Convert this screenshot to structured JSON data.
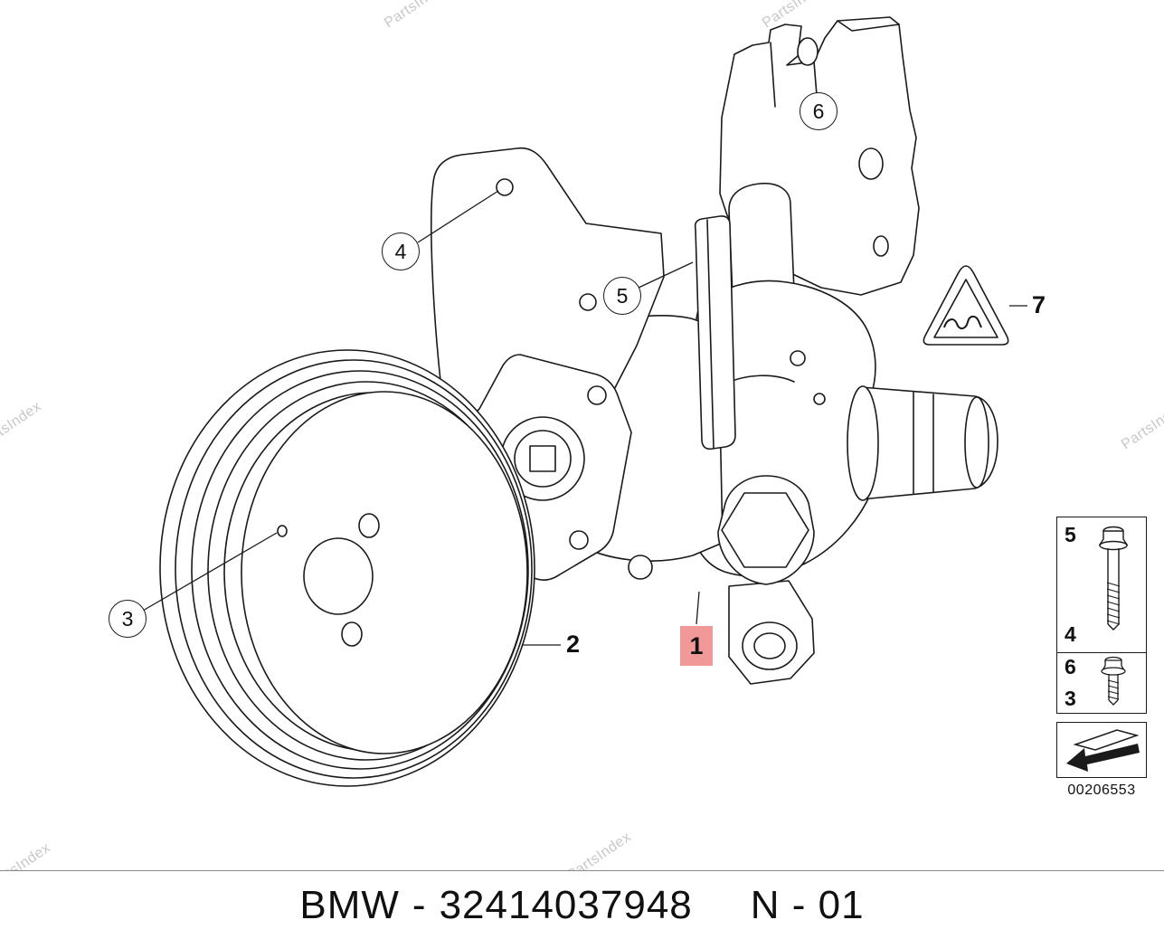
{
  "watermark": {
    "text": "PartsIndex"
  },
  "callouts": {
    "1": "1",
    "2": "2",
    "3": "3",
    "4": "4",
    "5": "5",
    "6": "6",
    "7": "7"
  },
  "legend": {
    "rows": [
      "5",
      "4",
      "6",
      "3"
    ],
    "code": "00206553"
  },
  "icons": {
    "legend_top": "long-bolt-icon",
    "legend_bottom": "short-bolt-icon",
    "legend_arrow": "direction-arrow-icon",
    "part_7": "warning-triangle-icon"
  },
  "footer": {
    "brand": "BMW",
    "separator": "-",
    "part_number": "32414037948",
    "revision": "N - 01"
  },
  "colors": {
    "highlight": "#f19999",
    "line": "#1a1a1a",
    "watermark": "#c8c8c8"
  }
}
